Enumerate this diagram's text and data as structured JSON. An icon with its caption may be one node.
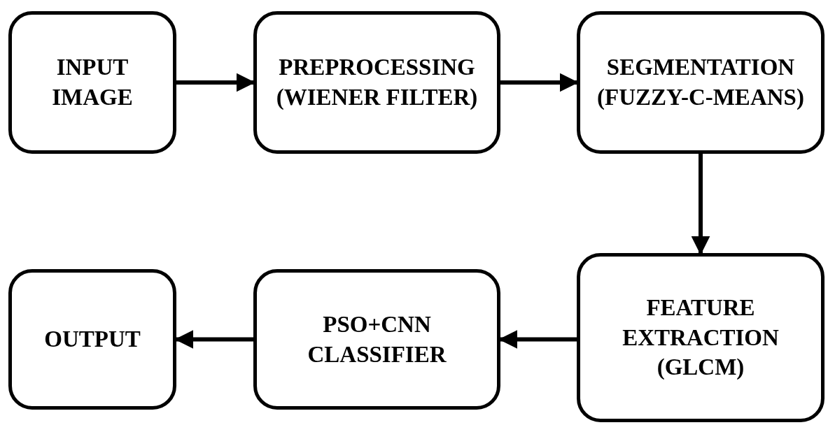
{
  "diagram": {
    "nodes": [
      {
        "text": [
          "INPUT IMAGE"
        ]
      },
      {
        "text": [
          "PREPROCESSING (WIENER FILTER)"
        ]
      },
      {
        "text": [
          "SEGMENTATION (FUZZY-C-MEANS)"
        ]
      },
      {
        "text": [
          "FEATURE EXTRACTION (GLCM)"
        ]
      },
      {
        "text": [
          "PSO+CNN CLASSIFIER"
        ]
      },
      {
        "text": [
          "OUTPUT"
        ]
      }
    ],
    "edges": [
      {
        "from": 0,
        "to": 1,
        "arrow": "to"
      },
      {
        "from": 1,
        "to": 2,
        "arrow": "to"
      },
      {
        "from": 2,
        "to": 3,
        "arrow": "to"
      },
      {
        "from": 3,
        "to": 4,
        "arrow": "to"
      },
      {
        "from": 4,
        "to": 5,
        "arrow": "to"
      }
    ]
  }
}
